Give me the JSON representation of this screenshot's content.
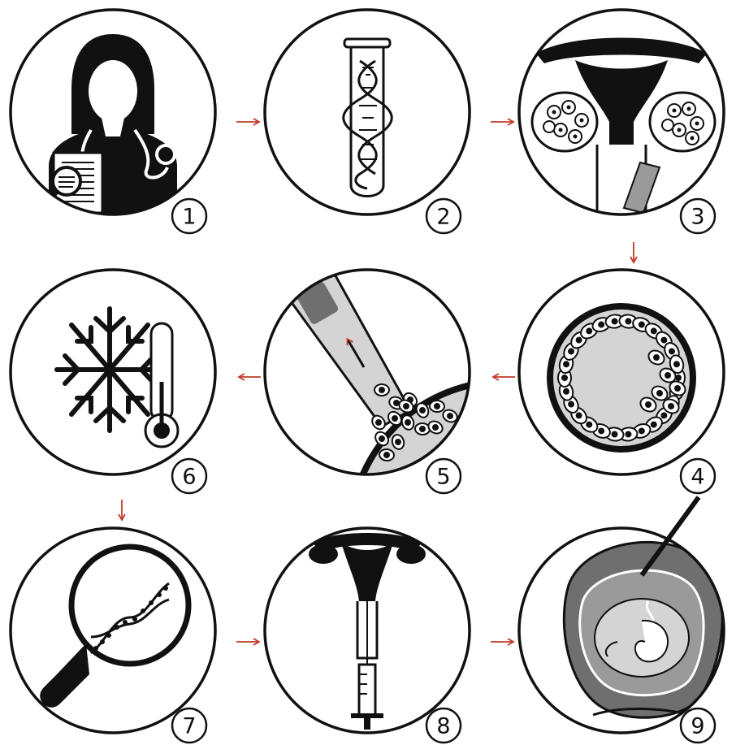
{
  "colors": {
    "ink": "#111111",
    "arrow": "#c0392b",
    "gray_dark": "#6f6f6f",
    "gray_mid": "#9a9a9a",
    "gray_light": "#d4d4d4",
    "background": "#ffffff"
  },
  "steps": [
    {
      "number": "1",
      "icon": "doctor-report-icon"
    },
    {
      "number": "2",
      "icon": "dna-test-tube-icon"
    },
    {
      "number": "3",
      "icon": "egg-retrieval-icon"
    },
    {
      "number": "4",
      "icon": "embryo-blastocyst-icon"
    },
    {
      "number": "5",
      "icon": "biopsy-pipette-icon"
    },
    {
      "number": "6",
      "icon": "freeze-thermometer-icon"
    },
    {
      "number": "7",
      "icon": "dna-magnifier-icon"
    },
    {
      "number": "8",
      "icon": "embryo-transfer-icon"
    },
    {
      "number": "9",
      "icon": "fetus-pregnancy-icon"
    }
  ]
}
